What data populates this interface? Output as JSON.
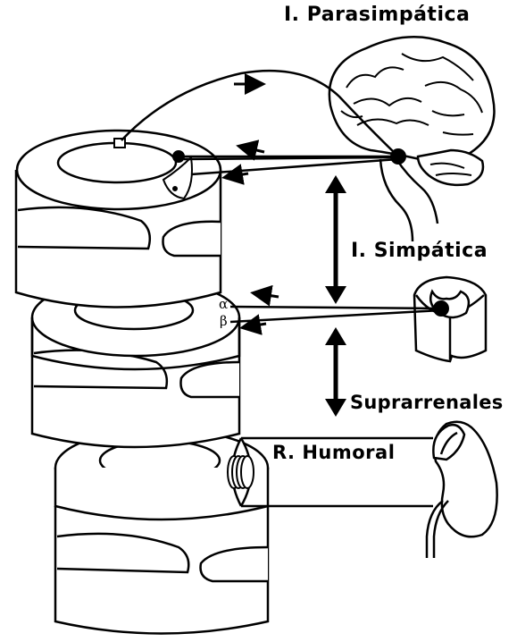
{
  "labels": {
    "parasympathetic": "I. Parasimpática",
    "sympathetic": "I. Simpática",
    "adrenals": "Suprarrenales",
    "humoral": "R. Humoral",
    "alpha": "α",
    "beta": "β"
  }
}
